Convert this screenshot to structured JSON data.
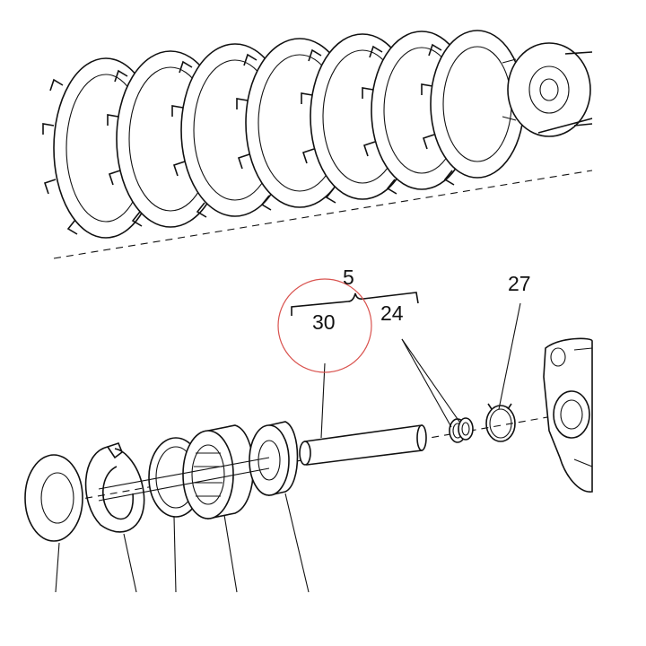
{
  "diagram": {
    "callouts": [
      {
        "id": "label-5",
        "text": "5"
      },
      {
        "id": "label-30",
        "text": "30"
      },
      {
        "id": "label-24",
        "text": "24"
      },
      {
        "id": "label-27",
        "text": "27"
      }
    ],
    "highlight_color": "#d9534f",
    "line_color": "#111111"
  }
}
